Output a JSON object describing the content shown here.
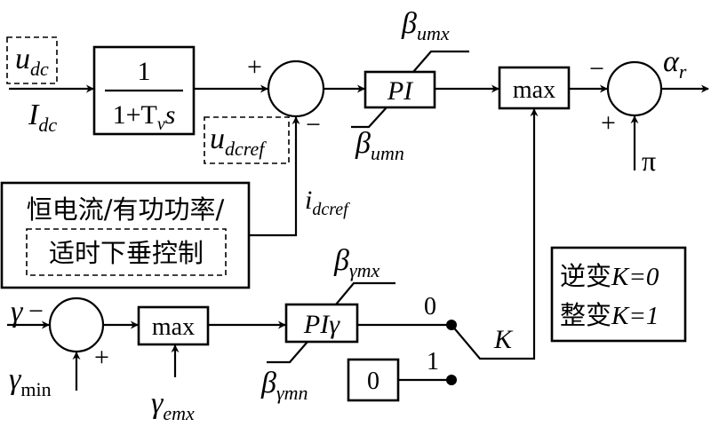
{
  "blocks": {
    "filter_num": "1",
    "filter_den": "1+T",
    "filter_den_sub": "v",
    "filter_den_s": "s",
    "pi_main": "PI",
    "max_top": "max",
    "max_bottom": "max",
    "pi_gamma": "PIγ",
    "zero_block": "0"
  },
  "signals": {
    "u_dc": "u",
    "u_dc_sub": "dc",
    "I_dc": "I",
    "I_dc_sub": "dc",
    "u_dcref": "u",
    "u_dcref_sub": "dcref",
    "i_dcref": "i",
    "i_dcref_sub": "dcref",
    "beta_umx": "β",
    "beta_umx_sub": "umx",
    "beta_umn": "β",
    "beta_umn_sub": "umn",
    "alpha_r": "α",
    "alpha_r_sub": "r",
    "pi_symbol": "π",
    "gamma": "γ",
    "gamma_min": "γ",
    "gamma_min_sub": "min",
    "gamma_emx": "γ",
    "gamma_emx_sub": "emx",
    "beta_gmx": "β",
    "beta_gmx_sub1": "γ",
    "beta_gmx_sub2": "mx",
    "beta_gmn": "β",
    "beta_gmn_sub1": "γ",
    "beta_gmn_sub2": "mn",
    "switch_K": "K",
    "switch_pos0": "0",
    "switch_pos1": "1"
  },
  "signs": {
    "sum1_plus": "+",
    "sum1_minus": "−",
    "sum2_minus": "−",
    "sum2_plus": "+",
    "sum3_minus": "−",
    "sum3_plus": "+"
  },
  "control_mode": {
    "line1": "恒电流/有功功率/",
    "line2": "适时下垂控制"
  },
  "legend": {
    "line1_cn": "逆变",
    "line1_expr": "K=0",
    "line2_cn": "整变",
    "line2_expr": "K=1"
  }
}
